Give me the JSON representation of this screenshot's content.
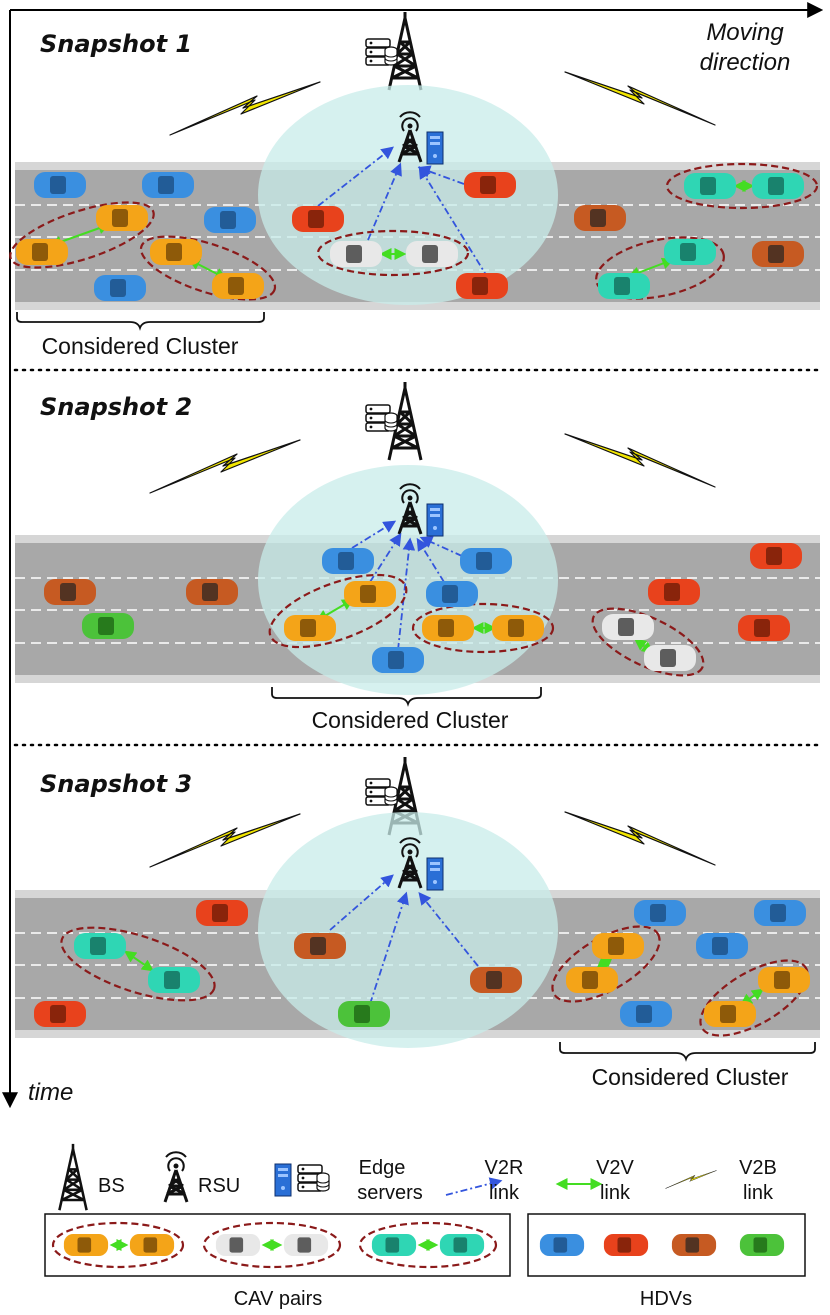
{
  "moving_direction": {
    "line1": "Moving",
    "line2": "direction"
  },
  "time_label": "time",
  "snapshots": [
    {
      "title": "Snapshot 1",
      "cluster_label": "Considered Cluster"
    },
    {
      "title": "Snapshot 2",
      "cluster_label": "Considered Cluster"
    },
    {
      "title": "Snapshot 3",
      "cluster_label": "Considered Cluster"
    }
  ],
  "legend": {
    "bs": "BS",
    "rsu": "RSU",
    "edge_line1": "Edge",
    "edge_line2": "servers",
    "v2r_line1": "V2R",
    "v2r_line2": "link",
    "v2v_line1": "V2V",
    "v2v_line2": "link",
    "v2b_line1": "V2B",
    "v2b_line2": "link",
    "cav_pairs": "CAV pairs",
    "hdvs": "HDVs"
  },
  "colors": {
    "road": "#a8a8a8",
    "coverage": "#c8ece9",
    "cluster_ellipse": "#8b1a1a",
    "v2r": "#3355dd",
    "v2v": "#44dd22",
    "v2b": "#f2e600",
    "car_orange": "#f4a418",
    "car_white": "#e8e8e8",
    "car_teal": "#2fd6b4",
    "car_blue": "#3a8fe0",
    "car_red": "#e8421c",
    "car_rust": "#c65a22",
    "car_green": "#4cc23a"
  }
}
